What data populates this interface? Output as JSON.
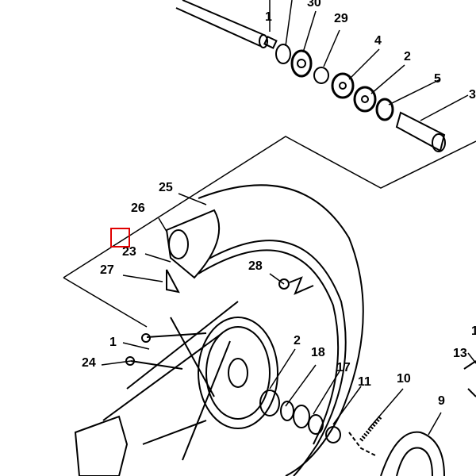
{
  "labels": {
    "top_partial": "1",
    "l30": "30",
    "l29": "29",
    "l4": "4",
    "l2a": "2",
    "l5": "5",
    "l3": "3",
    "l25": "25",
    "l26": "26",
    "l23": "23",
    "l27": "27",
    "l28": "28",
    "l1": "1",
    "l24": "24",
    "l2b": "2",
    "l18": "18",
    "l17": "17",
    "l11": "11",
    "l10": "10",
    "l9": "9",
    "l13": "13",
    "right_partial": "1"
  },
  "colors": {
    "ink": "#000000",
    "selection": "#e00000"
  }
}
